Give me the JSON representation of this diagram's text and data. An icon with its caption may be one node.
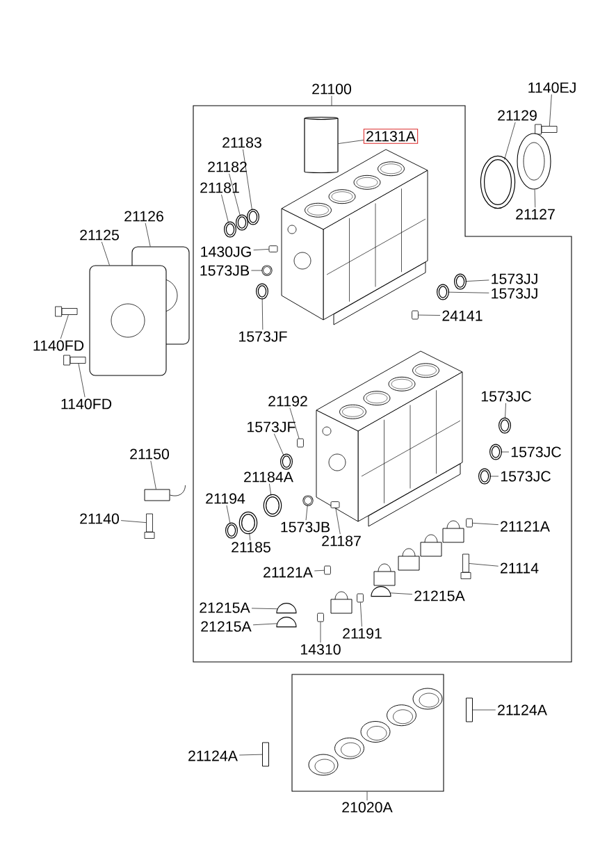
{
  "diagram": {
    "nodes": [
      {
        "text": [
          "21100"
        ]
      },
      {
        "text": [],
        "shape": "box"
      },
      {
        "text": [
          "1140EJ"
        ]
      },
      {
        "text": [],
        "shape": "box"
      },
      {
        "text": [
          "21129"
        ]
      },
      {
        "text": [],
        "shape": "circle"
      },
      {
        "text": [
          "21127"
        ]
      },
      {
        "text": [],
        "shape": "circle"
      },
      {
        "text": [
          "21131A"
        ],
        "in": 1
      },
      {
        "text": [],
        "shape": "cylinder",
        "in": 1
      },
      {
        "text": [
          "21183"
        ],
        "in": 1
      },
      {
        "text": [],
        "shape": "circle",
        "in": 1
      },
      {
        "text": [
          "21182"
        ],
        "in": 1
      },
      {
        "text": [],
        "shape": "circle",
        "in": 1
      },
      {
        "text": [
          "21181"
        ],
        "in": 1
      },
      {
        "text": [],
        "shape": "circle",
        "in": 1
      },
      {
        "text": [
          "1430JG"
        ],
        "in": 1
      },
      {
        "text": [],
        "shape": "box",
        "in": 1
      },
      {
        "text": [
          "1573JB"
        ],
        "in": 1
      },
      {
        "text": [],
        "shape": "circle",
        "in": 1
      },
      {
        "text": [
          "1573JJ"
        ],
        "in": 1
      },
      {
        "text": [],
        "shape": "circle",
        "in": 1
      },
      {
        "text": [
          "1573JJ"
        ],
        "in": 1
      },
      {
        "text": [],
        "shape": "circle",
        "in": 1
      },
      {
        "text": [
          "1573JF"
        ],
        "in": 1
      },
      {
        "text": [],
        "shape": "circle",
        "in": 1
      },
      {
        "text": [
          "24141"
        ],
        "in": 1
      },
      {
        "text": [],
        "shape": "box",
        "in": 1
      },
      {
        "text": [
          "21192"
        ],
        "in": 1
      },
      {
        "text": [],
        "shape": "box",
        "in": 1
      },
      {
        "text": [
          "1573JF"
        ],
        "in": 1
      },
      {
        "text": [],
        "shape": "circle",
        "in": 1
      },
      {
        "text": [
          "1573JC"
        ],
        "in": 1
      },
      {
        "text": [],
        "shape": "circle",
        "in": 1
      },
      {
        "text": [
          "1573JC"
        ],
        "in": 1
      },
      {
        "text": [],
        "shape": "circle",
        "in": 1
      },
      {
        "text": [
          "1573JC"
        ],
        "in": 1
      },
      {
        "text": [],
        "shape": "circle",
        "in": 1
      },
      {
        "text": [
          "21184A"
        ],
        "in": 1
      },
      {
        "text": [],
        "shape": "circle",
        "in": 1
      },
      {
        "text": [
          "21194"
        ],
        "in": 1
      },
      {
        "text": [],
        "shape": "circle",
        "in": 1
      },
      {
        "text": [
          "21185"
        ],
        "in": 1
      },
      {
        "text": [],
        "shape": "circle",
        "in": 1
      },
      {
        "text": [
          "1573JB"
        ],
        "in": 1
      },
      {
        "text": [],
        "shape": "circle",
        "in": 1
      },
      {
        "text": [
          "21187"
        ],
        "in": 1
      },
      {
        "text": [],
        "shape": "box",
        "in": 1
      },
      {
        "text": [
          "21121A"
        ],
        "in": 1
      },
      {
        "text": [],
        "shape": "box",
        "in": 1
      },
      {
        "text": [
          "21114"
        ],
        "in": 1
      },
      {
        "text": [],
        "shape": "box",
        "in": 1
      },
      {
        "text": [
          "21121A"
        ],
        "in": 1
      },
      {
        "text": [],
        "shape": "box",
        "in": 1
      },
      {
        "text": [
          "21215A"
        ],
        "in": 1
      },
      {
        "text": [],
        "shape": "circle",
        "in": 1
      },
      {
        "text": [
          "21215A"
        ],
        "in": 1
      },
      {
        "text": [],
        "shape": "circle",
        "in": 1
      },
      {
        "text": [
          "21215A"
        ],
        "in": 1
      },
      {
        "text": [],
        "shape": "circle",
        "in": 1
      },
      {
        "text": [
          "14310"
        ],
        "in": 1
      },
      {
        "text": [],
        "shape": "box",
        "in": 1
      },
      {
        "text": [
          "21191"
        ],
        "in": 1
      },
      {
        "text": [],
        "shape": "box",
        "in": 1
      },
      {
        "text": [
          "21126"
        ]
      },
      {
        "text": [],
        "shape": "box"
      },
      {
        "text": [
          "21125"
        ]
      },
      {
        "text": [],
        "shape": "box"
      },
      {
        "text": [
          "1140FD"
        ]
      },
      {
        "text": [],
        "shape": "box"
      },
      {
        "text": [
          "1140FD"
        ]
      },
      {
        "text": [],
        "shape": "box"
      },
      {
        "text": [
          "21150"
        ]
      },
      {
        "text": [],
        "shape": "box"
      },
      {
        "text": [
          "21140"
        ]
      },
      {
        "text": [],
        "shape": "box"
      },
      {
        "text": [],
        "shape": "box"
      },
      {
        "text": [
          "21020A"
        ]
      },
      {
        "text": [
          "21124A"
        ]
      },
      {
        "text": [],
        "shape": "box"
      },
      {
        "text": [
          "21124A"
        ]
      },
      {
        "text": [],
        "shape": "box"
      }
    ],
    "edges": [
      {
        "from": 0,
        "to": 1,
        "arrow": "none"
      },
      {
        "from": 2,
        "to": 3,
        "arrow": "none"
      },
      {
        "from": 4,
        "to": 5,
        "arrow": "none"
      },
      {
        "from": 6,
        "to": 7,
        "arrow": "none"
      },
      {
        "from": 8,
        "to": 9,
        "arrow": "none"
      },
      {
        "from": 10,
        "to": 11,
        "arrow": "none"
      },
      {
        "from": 12,
        "to": 13,
        "arrow": "none"
      },
      {
        "from": 14,
        "to": 15,
        "arrow": "none"
      },
      {
        "from": 16,
        "to": 17,
        "arrow": "none"
      },
      {
        "from": 18,
        "to": 19,
        "arrow": "none"
      },
      {
        "from": 20,
        "to": 21,
        "arrow": "none"
      },
      {
        "from": 22,
        "to": 23,
        "arrow": "none"
      },
      {
        "from": 24,
        "to": 25,
        "arrow": "none"
      },
      {
        "from": 26,
        "to": 27,
        "arrow": "none"
      },
      {
        "from": 28,
        "to": 29,
        "arrow": "none"
      },
      {
        "from": 30,
        "to": 31,
        "arrow": "none"
      },
      {
        "from": 32,
        "to": 33,
        "arrow": "none"
      },
      {
        "from": 34,
        "to": 35,
        "arrow": "none"
      },
      {
        "from": 36,
        "to": 37,
        "arrow": "none"
      },
      {
        "from": 38,
        "to": 39,
        "arrow": "none"
      },
      {
        "from": 40,
        "to": 41,
        "arrow": "none"
      },
      {
        "from": 42,
        "to": 43,
        "arrow": "none"
      },
      {
        "from": 44,
        "to": 45,
        "arrow": "none"
      },
      {
        "from": 46,
        "to": 47,
        "arrow": "none"
      },
      {
        "from": 48,
        "to": 49,
        "arrow": "none"
      },
      {
        "from": 50,
        "to": 51,
        "arrow": "none"
      },
      {
        "from": 52,
        "to": 53,
        "arrow": "none"
      },
      {
        "from": 54,
        "to": 55,
        "arrow": "none"
      },
      {
        "from": 56,
        "to": 57,
        "arrow": "none"
      },
      {
        "from": 58,
        "to": 59,
        "arrow": "none"
      },
      {
        "from": 60,
        "to": 61,
        "arrow": "none"
      },
      {
        "from": 62,
        "to": 63,
        "arrow": "none"
      },
      {
        "from": 64,
        "to": 65,
        "arrow": "none"
      },
      {
        "from": 66,
        "to": 67,
        "arrow": "none"
      },
      {
        "from": 68,
        "to": 69,
        "arrow": "none"
      },
      {
        "from": 70,
        "to": 71,
        "arrow": "none"
      },
      {
        "from": 72,
        "to": 73,
        "arrow": "none"
      },
      {
        "from": 74,
        "to": 75,
        "arrow": "none"
      },
      {
        "from": 77,
        "to": 76,
        "arrow": "none"
      },
      {
        "from": 78,
        "to": 79,
        "arrow": "none"
      },
      {
        "from": 80,
        "to": 81,
        "arrow": "none"
      }
    ]
  }
}
